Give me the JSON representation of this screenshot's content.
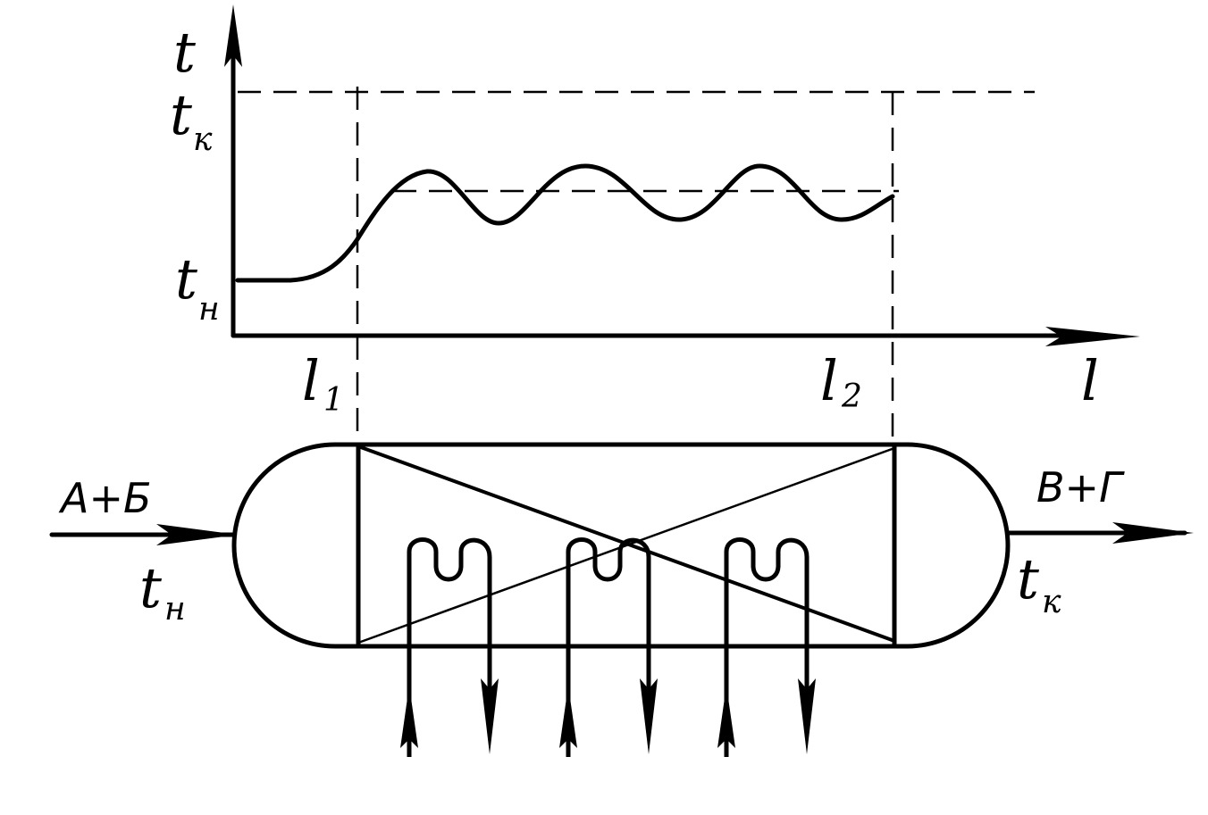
{
  "graph": {
    "y_axis": {
      "symbol": "t"
    },
    "x_axis": {
      "symbol": "l"
    },
    "labels": {
      "t_start": {
        "base": "t",
        "sub": "н"
      },
      "t_end": {
        "base": "t",
        "sub": "к"
      },
      "l1": {
        "base": "l",
        "sub": "1"
      },
      "l2": {
        "base": "l",
        "sub": "2"
      }
    }
  },
  "reactor": {
    "inlet": {
      "label": "А+Б",
      "temp": {
        "base": "t",
        "sub": "н"
      }
    },
    "outlet": {
      "label": "В+Г",
      "temp": {
        "base": "t",
        "sub": "к"
      }
    },
    "coils": [
      {
        "name": "coil-1"
      },
      {
        "name": "coil-2"
      },
      {
        "name": "coil-3"
      }
    ]
  }
}
